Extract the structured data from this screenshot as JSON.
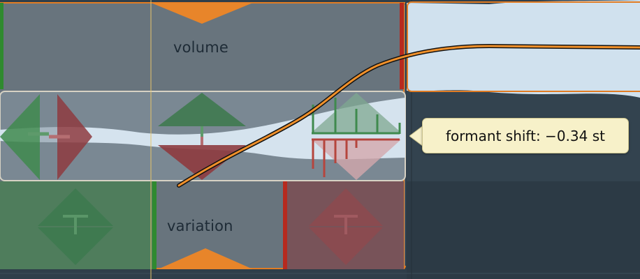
{
  "labels": {
    "volume": "volume",
    "variation": "variation"
  },
  "tooltip": {
    "text": "formant shift: −0.34 st"
  },
  "colors": {
    "background": "#2f3e4a",
    "note_region": "#68747d",
    "selected_region": "#7a8893",
    "note_border": "#e17c23",
    "waveform": "#d0e1ee",
    "green": "#3f8a4e",
    "red": "#8e3b3f",
    "pitch_curve": "#f0902a",
    "tooltip_bg": "#f7f1c9"
  },
  "icons": {
    "volume_handle": "triangle-down-icon",
    "variation_handle": "triangle-up-icon",
    "formant_handle": "formant-shift-handle-icon",
    "pitch_curve": "pitch-curve"
  }
}
